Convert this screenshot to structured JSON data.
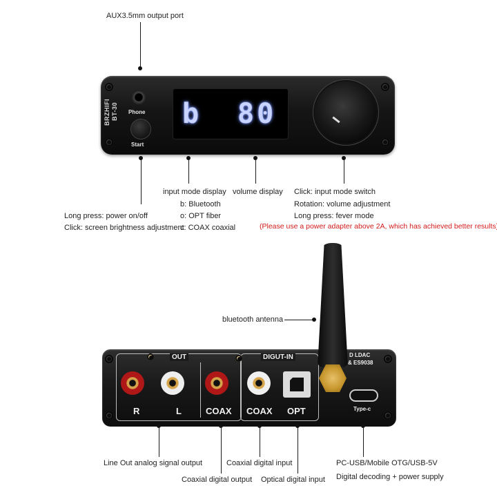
{
  "labels": {
    "aux_port": "AUX3.5mm output port",
    "input_mode_display": "input mode display",
    "mode_b": "b: Bluetooth",
    "mode_o": "o: OPT fiber",
    "mode_c": "c: COAX coaxial",
    "volume_display": "volume display",
    "knob_click": "Click: input mode switch",
    "knob_rotation": "Rotation: volume adjustment",
    "knob_long_press": "Long press: fever mode",
    "power_note": "(Please use a power adapter above 2A, which has achieved better results)",
    "start_long_press": "Long press: power on/off",
    "start_click": "Click: screen brightness adjustment",
    "bluetooth_antenna": "bluetooth antenna",
    "line_out": "Line Out analog signal output",
    "coaxial_output": "Coaxial digital output",
    "coaxial_input": "Coaxial digital input",
    "optical_input": "Optical digital input",
    "usb_line1": "PC-USB/Mobile OTG/USB-5V",
    "usb_line2": "Digital decoding + power supply"
  },
  "front_panel": {
    "brand": "BRZHIFI",
    "model": "BT-30",
    "phone_label": "Phone",
    "start_label": "Start",
    "mode_digit": "b",
    "volume_digits": "80"
  },
  "back_panel": {
    "out_header": "OUT",
    "digit_in_header": "DIGUT-IN",
    "r_label": "R",
    "l_label": "L",
    "coax_out_label": "COAX",
    "coax_in_label": "COAX",
    "opt_label": "OPT",
    "typec_label": "Type-c",
    "chip_line1": "D LDAC",
    "chip_line2": "& ES9038"
  },
  "colors": {
    "note_red": "#d41a1a",
    "display_blue": "#c8d4ff",
    "rca_red": "#b01818",
    "gold": "#c8982e"
  }
}
